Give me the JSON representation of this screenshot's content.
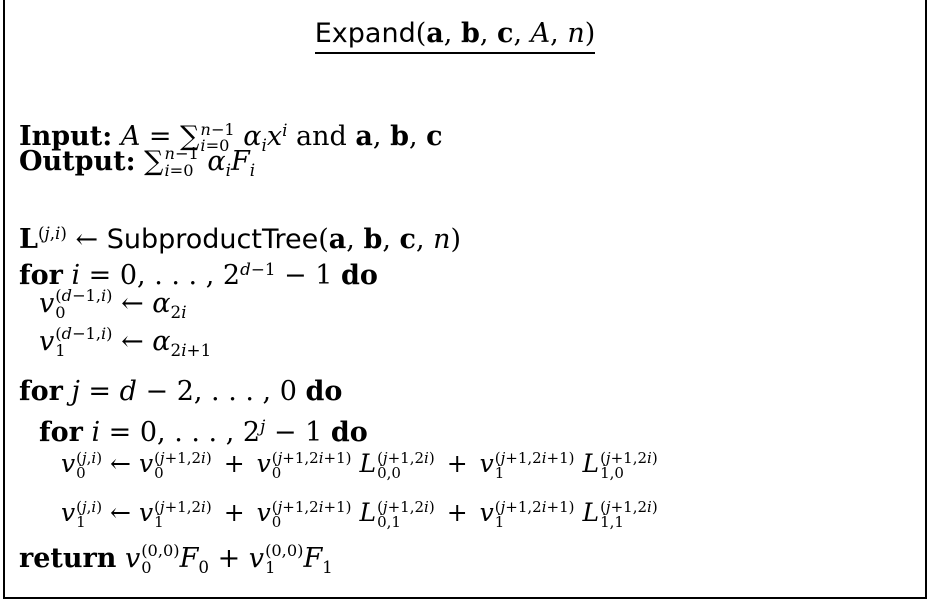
{
  "title": "Expand(a, b, c, A, n)",
  "input_kw": "Input:",
  "input_expr": "A = ∑_{i=0}^{n−1} α_i x^i and a, b, c",
  "output_kw": "Output:",
  "output_expr": "∑_{i=0}^{n−1} α_i F_i",
  "tree_call": "L^{(j,i)} ← SubproductTree(a, b, c, n)",
  "for_kw": "for",
  "do_kw": "do",
  "return_kw": "return",
  "loop1": "i = 0, …, 2^{d−1} − 1",
  "assign1": "v_0^{(d−1,i)} ← α_{2i}",
  "assign2": "v_1^{(d−1,i)} ← α_{2i+1}",
  "loop2": "j = d − 2, …, 0",
  "loop3": "i = 0, …, 2^j − 1",
  "update0": "v_0^{(j,i)} ← v_0^{(j+1,2i)} + v_0^{(j+1,2i+1)} L_{0,0}^{(j+1,2i)} + v_1^{(j+1,2i+1)} L_{1,0}^{(j+1,2i)}",
  "update1": "v_1^{(j,i)} ← v_1^{(j+1,2i)} + v_0^{(j+1,2i+1)} L_{0,1}^{(j+1,2i)} + v_1^{(j+1,2i+1)} L_{1,1}^{(j+1,2i)}",
  "return_expr": "v_0^{(0,0)} F_0 + v_1^{(0,0)} F_1"
}
